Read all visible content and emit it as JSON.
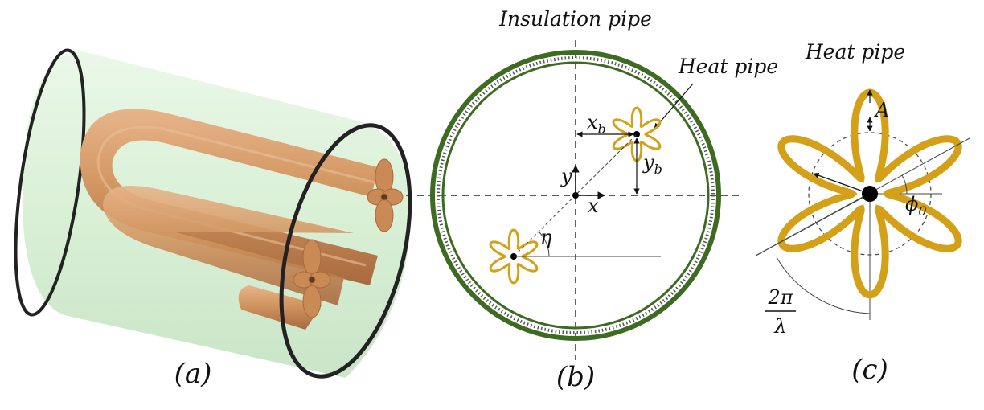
{
  "panels": {
    "a": {
      "label": "(a)"
    },
    "b": {
      "label": "(b)",
      "insulation_label": "Insulation pipe",
      "heat_pipe_label": "Heat pipe",
      "x_label": "x",
      "y_label": "y",
      "xb_label": "x",
      "xb_sub": "b",
      "yb_label": "y",
      "yb_sub": "b",
      "eta_label": "η"
    },
    "c": {
      "label": "(c)",
      "heat_pipe_label": "Heat pipe",
      "A_label": "A",
      "phi_label": "ϕ",
      "phi_sub": "0",
      "lambda_num": "2π",
      "lambda_den": "λ"
    }
  },
  "colors": {
    "insulation_ring": "#3d6b21",
    "heat_pipe": "#d4a017",
    "copper": "#c98a55",
    "glass": "#cdeccd"
  },
  "heat_pipe_petals": 6
}
